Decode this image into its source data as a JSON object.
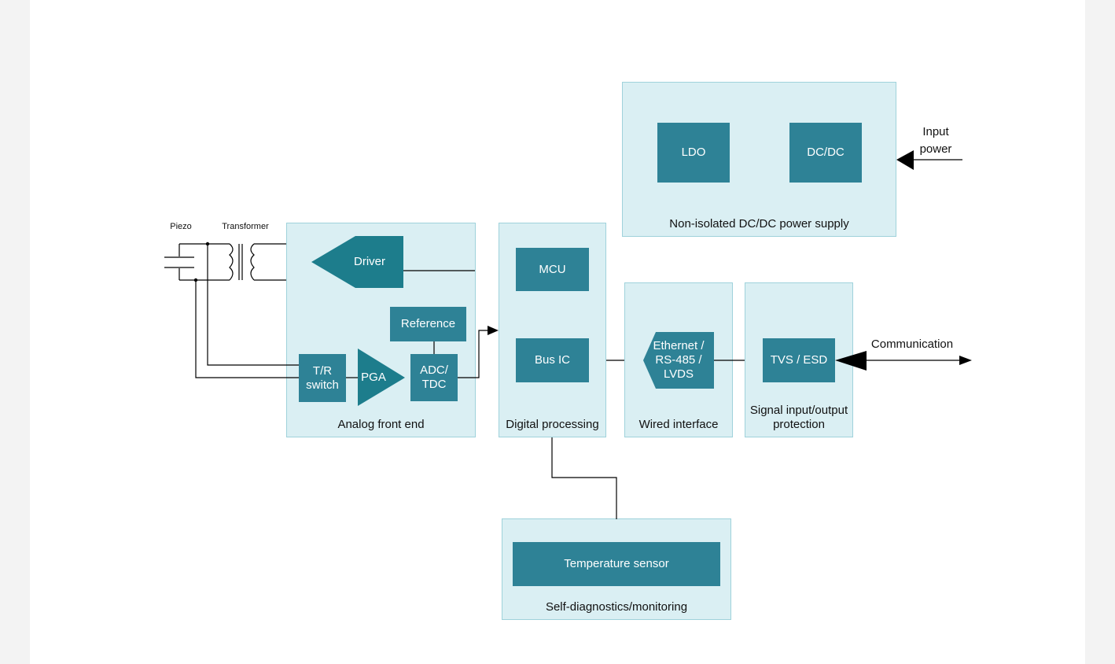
{
  "blocks": {
    "driver": "Driver",
    "reference": "Reference",
    "tr_switch_line1": "T/R",
    "tr_switch_line2": "switch",
    "pga": "PGA",
    "adc_line1": "ADC/",
    "adc_line2": "TDC",
    "mcu": "MCU",
    "bus_ic": "Bus IC",
    "ethernet_line1": "Ethernet /",
    "ethernet_line2": "RS-485 /",
    "ethernet_line3": "LVDS",
    "tvs_esd": "TVS / ESD",
    "ldo": "LDO",
    "dcdc": "DC/DC",
    "temp_sensor": "Temperature sensor"
  },
  "groups": {
    "analog_front_end": "Analog front end",
    "digital_processing": "Digital processing",
    "wired_interface": "Wired interface",
    "signal_protection_line1": "Signal input/output",
    "signal_protection_line2": "protection",
    "power_supply": "Non-isolated DC/DC power supply",
    "self_diagnostics": "Self-diagnostics/monitoring"
  },
  "labels": {
    "piezo": "Piezo",
    "transformer": "Transformer",
    "input_power_line1": "Input",
    "input_power_line2": "power",
    "communication": "Communication"
  },
  "colors": {
    "group_fill": "#daeff3",
    "group_border": "#9fd2db",
    "block_fill": "#2e8296",
    "triangle_fill": "#1d7d8c"
  }
}
